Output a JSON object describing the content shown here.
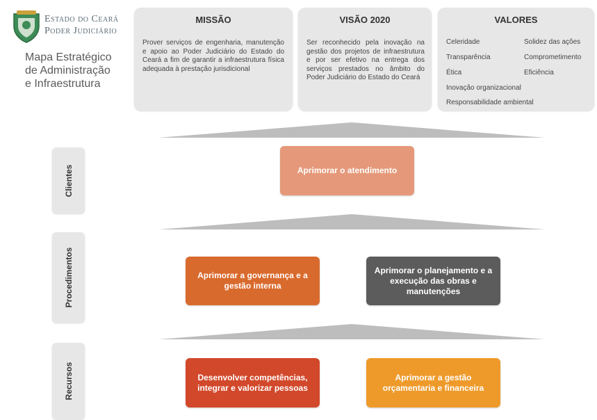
{
  "header": {
    "institution_line1": "Estado do Ceará",
    "institution_line2": "Poder Judiciário",
    "map_title": [
      "Mapa Estratégico",
      "de Administração",
      "e Infraestrutura"
    ]
  },
  "missao": {
    "title": "MISSÃO",
    "text": "Prover serviços de engenharia, manutenção e apoio ao Poder Judiciário do Estado do Ceará a fim de garantir a infraestrutura física adequada à prestação jurisdicional"
  },
  "visao": {
    "title": "VISÃO 2020",
    "text": "Ser reconhecido pela inovação na gestão dos projetos de infraestrutura e por ser efetivo na entrega dos serviços prestados no âmbito do Poder Judiciário do Estado do Ceará"
  },
  "valores": {
    "title": "VALORES",
    "items": [
      "Celeridade",
      "Solidez das ações",
      "Transparência",
      "Comprometimento",
      "Ética",
      "Eficiência",
      "Inovação organizacional",
      "Responsabilidade ambiental"
    ]
  },
  "perspectives": {
    "clientes": "Clientes",
    "procedimentos": "Procedimentos",
    "recursos": "Recursos"
  },
  "objectives": {
    "atendimento": "Aprimorar o atendimento",
    "governanca": "Aprimorar a governança e a gestão interna",
    "obras": "Aprimorar o planejamento e a execução das obras e manutenções",
    "competencias": "Desenvolver competências, integrar e valorizar pessoas",
    "orcamentaria": "Aprimorar a gestão orçamentaria e financeira"
  },
  "colors": {
    "box_gray": "#e7e7e7",
    "obj_salmon": "#e5997a",
    "obj_orange": "#d96a2d",
    "obj_dark_gray": "#5c5c5c",
    "obj_red": "#d2482b",
    "obj_amber": "#ee9a2a",
    "logo_green": "#3d8b57"
  },
  "icons": {
    "logo": "ceara-coat-of-arms-icon"
  }
}
